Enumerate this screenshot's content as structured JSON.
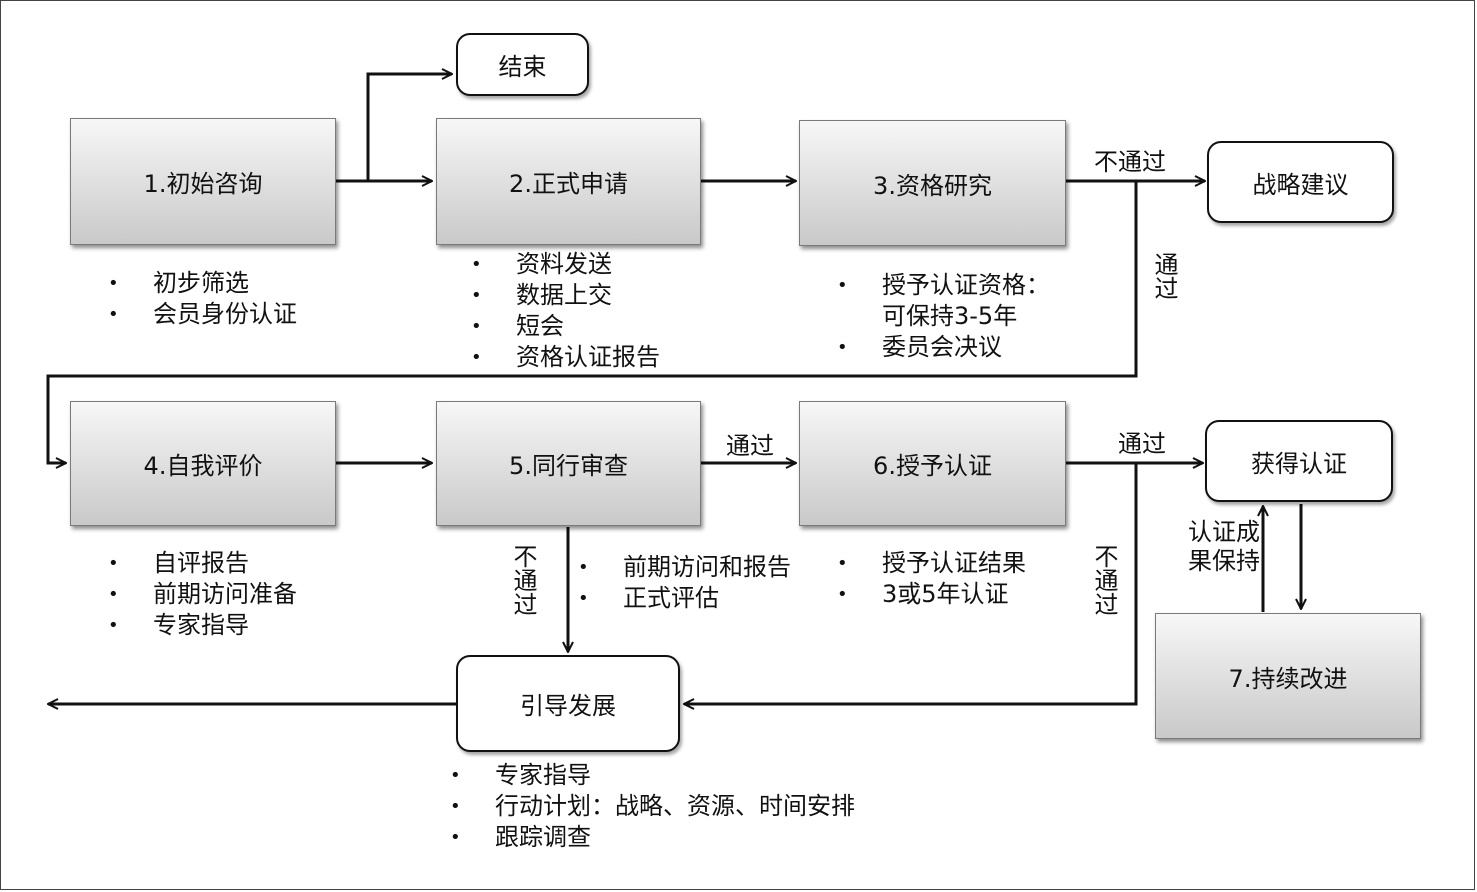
{
  "nodes": {
    "end": "结束",
    "step1": "1.初始咨询",
    "step2": "2.正式申请",
    "step3": "3.资格研究",
    "strategy": "战略建议",
    "step4": "4.自我评价",
    "step5": "5.同行审查",
    "step6": "6.授予认证",
    "certified": "获得认证",
    "guide": "引导发展",
    "step7": "7.持续改进"
  },
  "bullets": {
    "step1": [
      "初步筛选",
      "会员身份认证"
    ],
    "step2": [
      "资料发送",
      "数据上交",
      "短会",
      "资格认证报告"
    ],
    "step3": [
      "授予认证资格：",
      "可保持3-5年",
      "委员会决议"
    ],
    "step4": [
      "自评报告",
      "前期访问准备",
      "专家指导"
    ],
    "step5": [
      "前期访问和报告",
      "正式评估"
    ],
    "step6": [
      "授予认证结果",
      "3或5年认证"
    ],
    "guide": [
      "专家指导",
      "行动计划：战略、资源、时间安排",
      "跟踪调查"
    ]
  },
  "edge_labels": {
    "step3_fail": "不通过",
    "step3_pass": "通过",
    "step5_pass": "通过",
    "step6_pass": "通过",
    "step5_fail": "不通过",
    "step6_fail": "不通过",
    "maintain": "认证成果保持"
  }
}
